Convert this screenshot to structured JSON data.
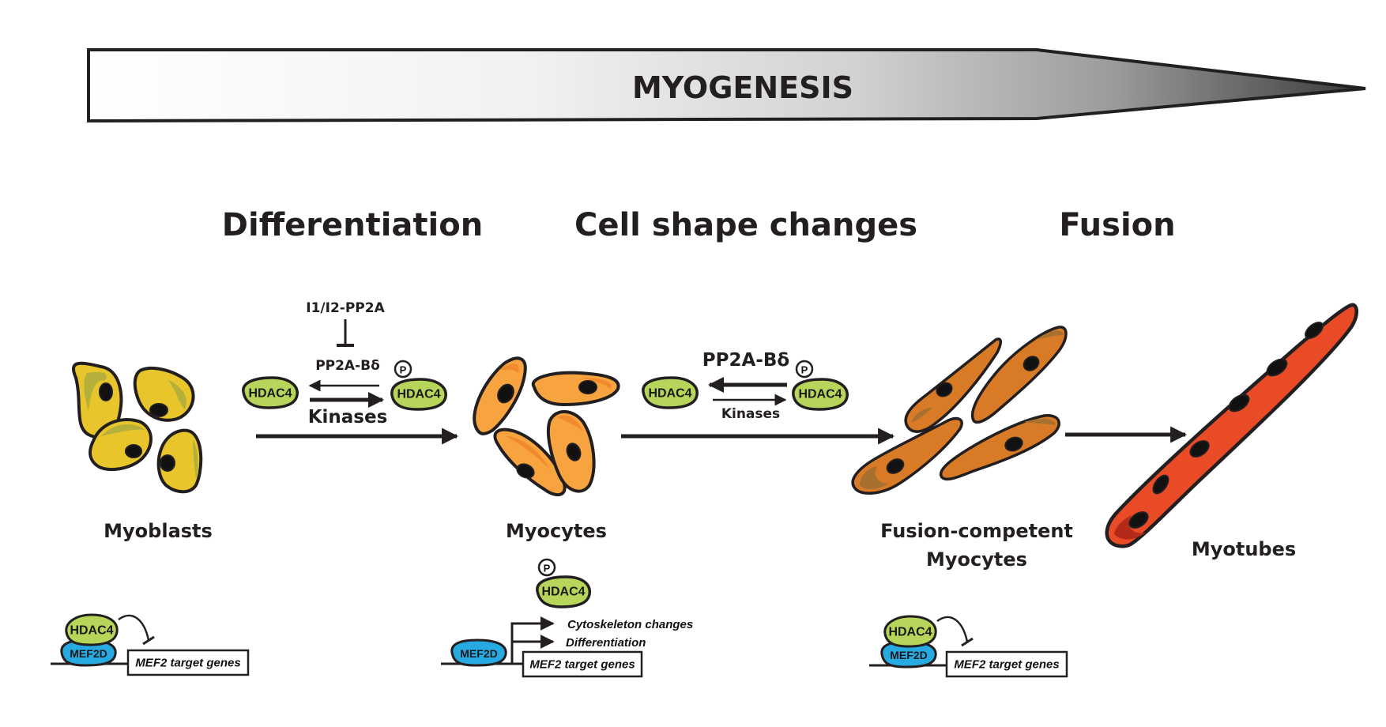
{
  "banner": {
    "label": "MYOGENESIS"
  },
  "stages": [
    {
      "title": "Differentiation"
    },
    {
      "title": "Cell shape changes"
    },
    {
      "title": "Fusion"
    }
  ],
  "cells": {
    "myoblasts": {
      "label": "Myoblasts",
      "color": "#e8c52a",
      "shade": "#b5b03a"
    },
    "myocytes": {
      "label": "Myocytes",
      "color": "#f7a440",
      "shade": "#f18a2a"
    },
    "fusion_competent": {
      "label_line1": "Fusion-competent",
      "label_line2": "Myocytes",
      "color": "#d97b26",
      "shade": "#a8702e"
    },
    "myotubes": {
      "label": "Myotubes",
      "color": "#e84b26",
      "shade": "#b32a18"
    }
  },
  "step1": {
    "inhibitor": "I1/I2-PP2A",
    "phosphatase": "PP2A-Bδ",
    "kinases": "Kinases",
    "hdac_left": "HDAC4",
    "hdac_right": "HDAC4",
    "phospho": "P"
  },
  "step2": {
    "phosphatase": "PP2A-Bδ",
    "kinases": "Kinases",
    "hdac_left": "HDAC4",
    "hdac_right": "HDAC4",
    "phospho": "P"
  },
  "myocyte_free_hdac": {
    "label": "HDAC4",
    "phospho": "P"
  },
  "promoters": [
    {
      "repressor": "HDAC4",
      "factor": "MEF2D",
      "genes": "MEF2 target genes",
      "state": "repressed"
    },
    {
      "factor": "MEF2D",
      "genes": "MEF2 target genes",
      "state": "active",
      "outputs": [
        "Cytoskeleton changes",
        "Differentiation"
      ]
    },
    {
      "repressor": "HDAC4",
      "factor": "MEF2D",
      "genes": "MEF2 target genes",
      "state": "repressed"
    }
  ],
  "colors": {
    "hdac_fill": "#b6d55a",
    "mef2d_fill": "#27a9e1",
    "outline": "#231f20"
  }
}
